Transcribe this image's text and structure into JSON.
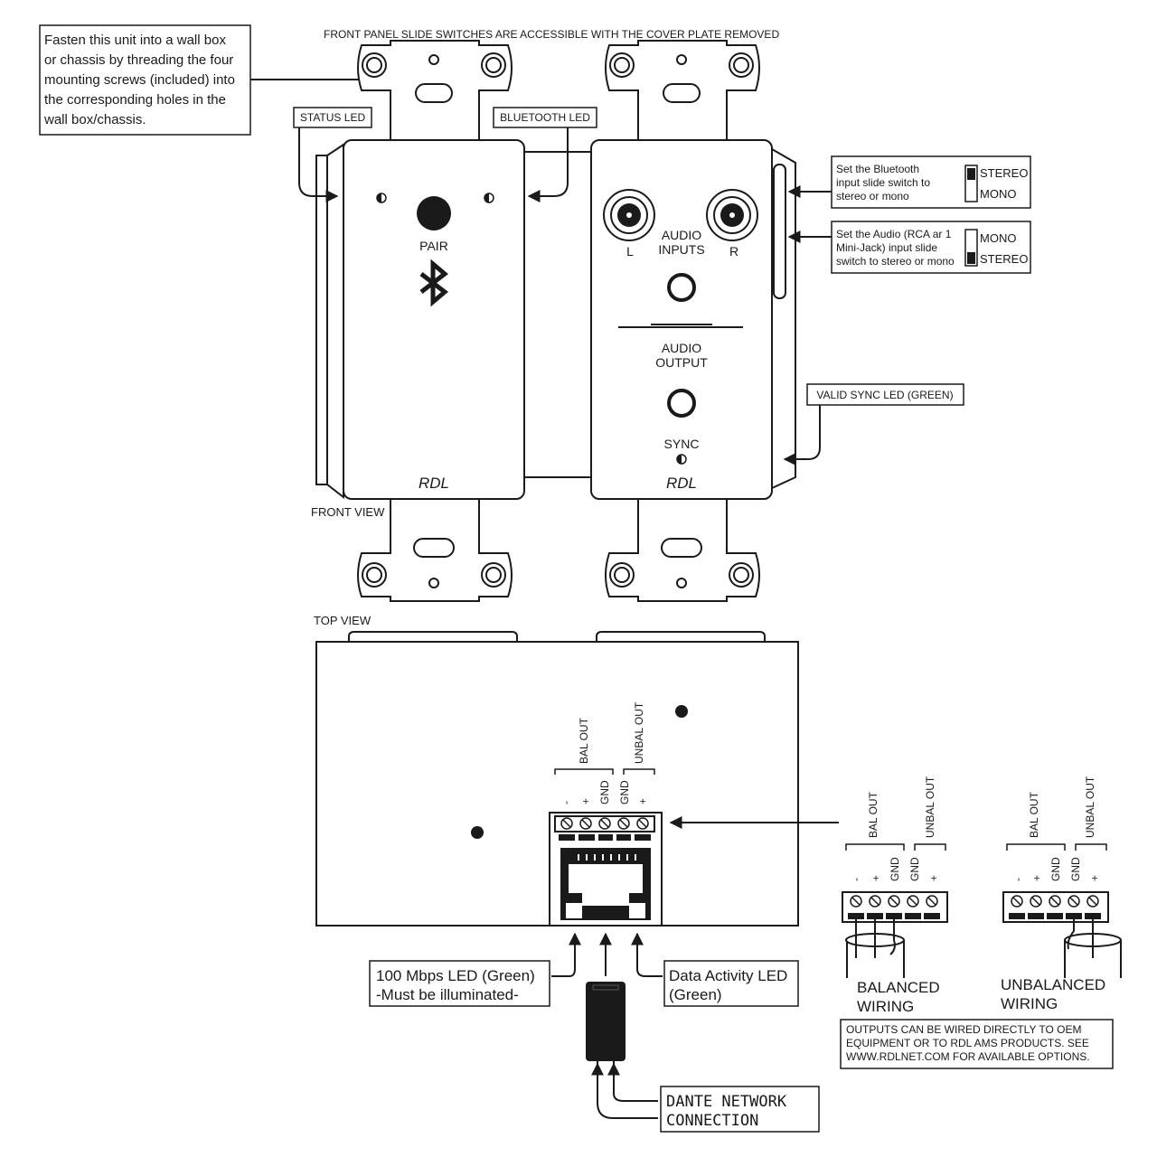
{
  "notes": {
    "mounting": [
      "Fasten this unit into a wall box",
      "or chassis by threading the four",
      "mounting screws (included) into",
      "the corresponding holes in the",
      "wall box/chassis."
    ],
    "header": "FRONT PANEL SLIDE SWITCHES ARE ACCESSIBLE WITH THE COVER PLATE REMOVED",
    "status_led": "STATUS LED",
    "bluetooth_led": "BLUETOOTH LED",
    "bt_switch": [
      "Set the Bluetooth",
      "input slide switch to",
      "stereo or mono"
    ],
    "bt_switch_top": "STEREO",
    "bt_switch_bottom": "MONO",
    "audio_switch": [
      "Set the Audio (RCA ar 1",
      "Mini-Jack) input slide",
      "switch to stereo or mono"
    ],
    "audio_switch_top": "MONO",
    "audio_switch_bottom": "STEREO",
    "valid_sync": "VALID SYNC LED (GREEN)",
    "front_view": "FRONT VIEW",
    "top_view": "TOP VIEW"
  },
  "panel_left": {
    "pair": "PAIR",
    "brand": "RDL"
  },
  "panel_right": {
    "left": "L",
    "right": "R",
    "audio_inputs": [
      "AUDIO",
      "INPUTS"
    ],
    "audio_output": [
      "AUDIO",
      "OUTPUT"
    ],
    "sync": "SYNC",
    "brand": "RDL"
  },
  "terminal": {
    "bal_out": "BAL OUT",
    "unbal_out": "UNBAL OUT",
    "pins": [
      "-",
      "+",
      "GND",
      "GND",
      "+"
    ]
  },
  "leds": {
    "mbps": [
      "100 Mbps LED (Green)",
      "-Must be illuminated-"
    ],
    "activity": [
      "Data Activity LED",
      "(Green)"
    ]
  },
  "network": [
    "DANTE NETWORK",
    "CONNECTION"
  ],
  "wiring": {
    "balanced": [
      "BALANCED",
      "WIRING"
    ],
    "unbalanced": [
      "UNBALANCED",
      "WIRING"
    ],
    "outputs_note": [
      "OUTPUTS CAN BE WIRED DIRECTLY TO OEM",
      "EQUIPMENT OR TO RDL AMS PRODUCTS. SEE",
      "WWW.RDLNET.COM FOR AVAILABLE OPTIONS."
    ]
  }
}
